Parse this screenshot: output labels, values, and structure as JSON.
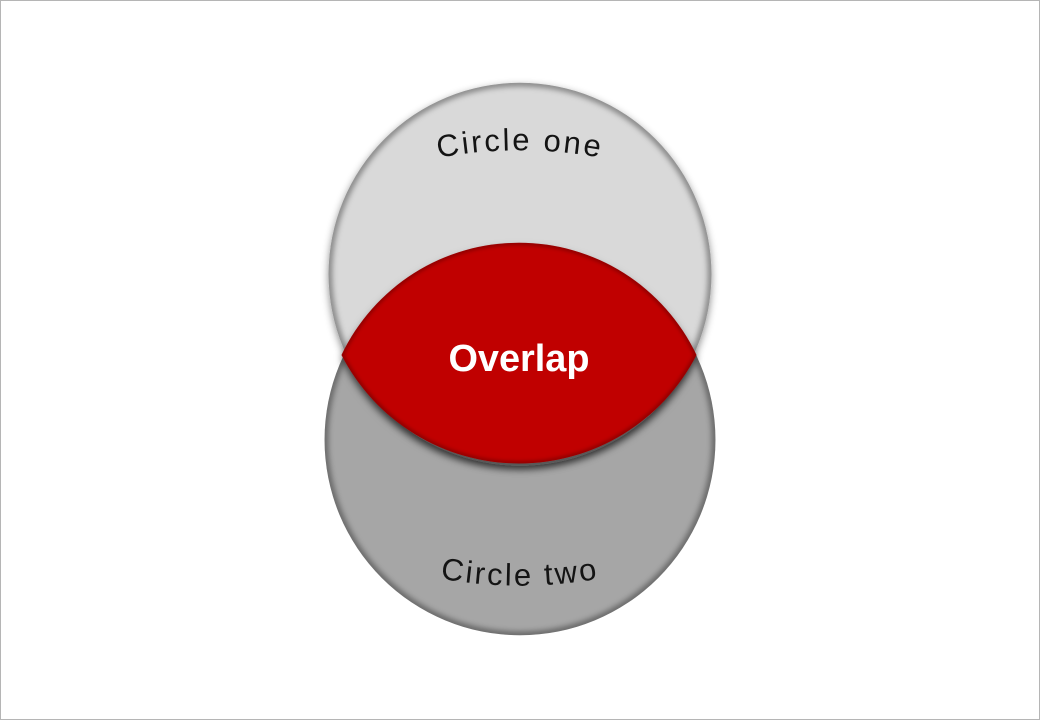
{
  "page": {
    "background_color": "#ffffff",
    "border_color": "#b5b5b5"
  },
  "diagram": {
    "type": "venn-two-circles",
    "circle_one": {
      "label": "Circle one",
      "fill": "#d9d9d9",
      "text_color": "#141414"
    },
    "circle_two": {
      "label": "Circle two",
      "fill": "#a6a6a6",
      "text_color": "#141414"
    },
    "overlap": {
      "label": "Overlap",
      "fill": "#c00505",
      "text_color": "#ffffff"
    }
  }
}
